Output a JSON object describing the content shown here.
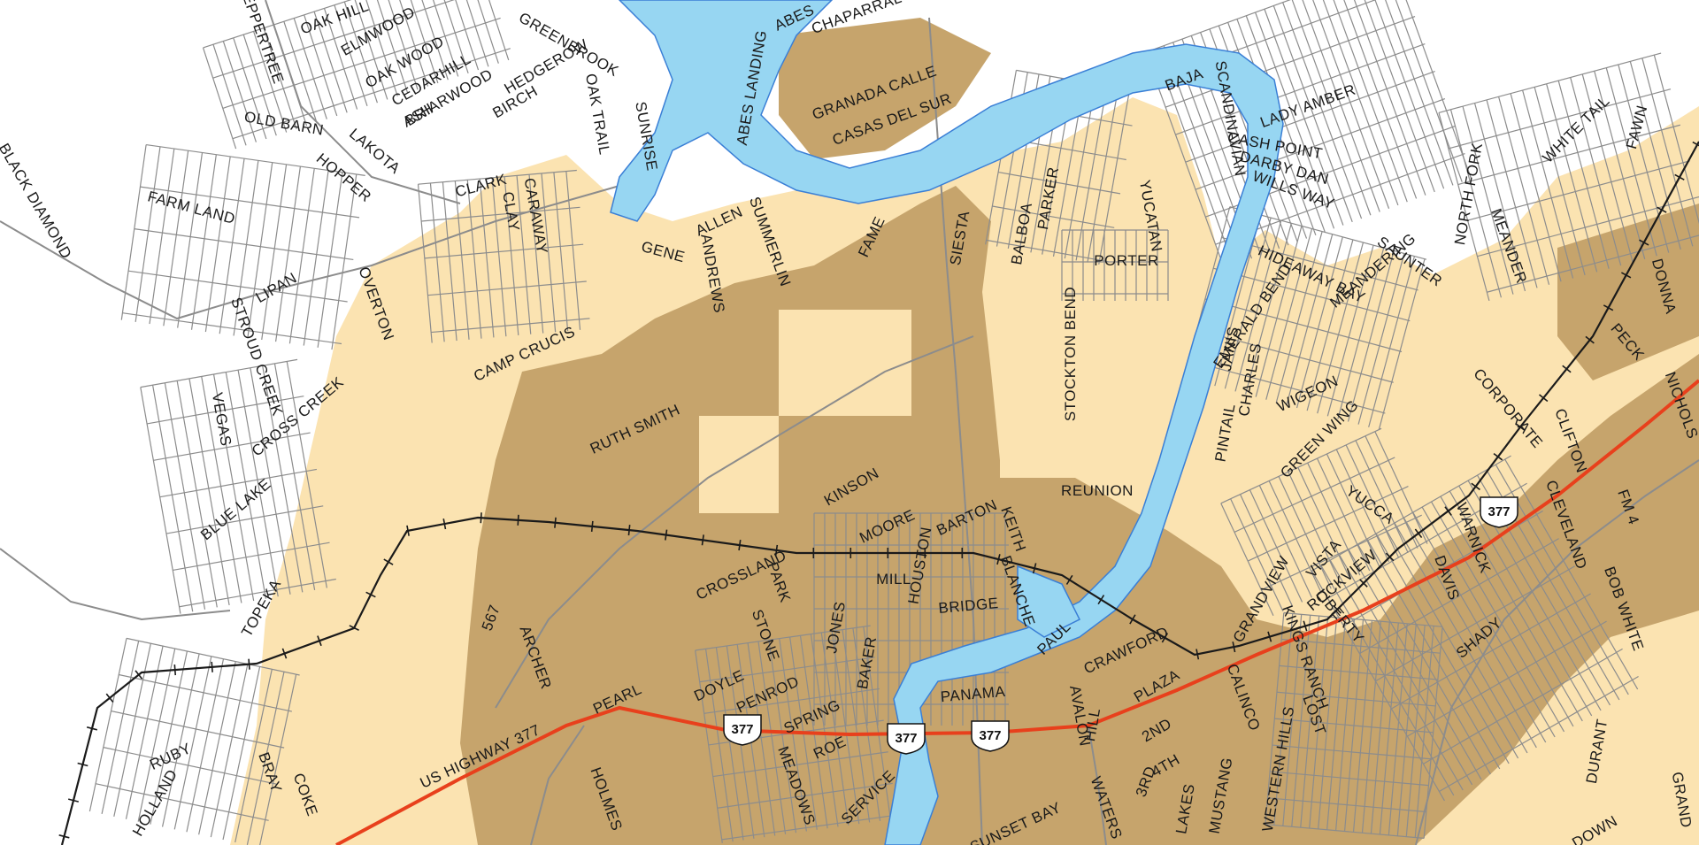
{
  "colors": {
    "water": "#97d6f2",
    "water_edge": "#3a7fd6",
    "light_zone": "#fbe3b1",
    "dark_zone": "#c6a46c",
    "street": "#8c8c8c",
    "rail": "#1a1a1a",
    "highway": "#e8401c",
    "background": "#ffffff",
    "top_bar": "#2e2a4a"
  },
  "highway_shield": {
    "route": "377"
  },
  "street_labels": [
    "OAK HILL",
    "ELMWOOD",
    "OAK WOOD",
    "CEDARHILL",
    "BRIARWOOD",
    "HEDGEROW",
    "GREENBROOK",
    "BIRCH",
    "ASH",
    "PEPPERTREE",
    "OLD BARN",
    "LAKOTA",
    "HOPPER",
    "FARM LAND",
    "LIPAN",
    "CLARK",
    "CLAY",
    "CARAWAY",
    "OAK TRAIL",
    "SUNRISE",
    "ALLEN",
    "GENE",
    "ANDREWS",
    "SUMMERLIN",
    "FAME",
    "SIESTA",
    "BALBOA",
    "PARKER",
    "PORTER",
    "YUCATAN",
    "SCANDINAVIAN",
    "BAJA",
    "ABES LANDING",
    "ABES",
    "CHAPARRAL",
    "GRANADA CALLE",
    "CASAS DEL SUR",
    "CASH POINT",
    "DARBY DAN",
    "WILLS WAY",
    "LADY AMBER",
    "NORTH FORK",
    "WHITE TAIL",
    "FAWN",
    "MEANDERING",
    "SAUNTER",
    "HIDEAWAY BAY",
    "EMERALD BEND",
    "MEANDER",
    "DONNA",
    "PECK",
    "NICHOLS",
    "CORPORATE",
    "CLIFTON",
    "FM 4",
    "CLEVELAND",
    "BOB WHITE",
    "WARNICK",
    "DAVIS",
    "SHADY",
    "DURANT",
    "GRAND",
    "DOWN",
    "LIBERTY",
    "KINGS RANCH",
    "LOST",
    "WESTERN HILLS",
    "MUSTANG",
    "CALINCO",
    "LAKES",
    "4TH",
    "3RD",
    "2ND",
    "PLAZA",
    "CRAWFORD",
    "HILL",
    "AVALON",
    "PANAMA",
    "SUNSET BAY",
    "WATERS",
    "SERVICE",
    "ROE",
    "SPRING",
    "MEADOWS",
    "PENROD",
    "DOYLE",
    "PEARL",
    "ARCHER",
    "567",
    "HOLMES",
    "US HIGHWAY 377",
    "COKE",
    "BRAY",
    "RUBY",
    "HOLLAND",
    "TOPEKA",
    "BLUE LAKE",
    "CROSS CREEK",
    "VEGAS",
    "STROUD CREEK",
    "OVERTON",
    "CAMP CRUCIS",
    "RUTH SMITH",
    "KINSON",
    "MOORE",
    "BARTON",
    "KEITH",
    "REUNION",
    "HOUSTON",
    "MILL",
    "BRIDGE",
    "BLANCHE",
    "PAUL",
    "JONES",
    "BAKER",
    "STONE",
    "PARK",
    "CROSSLAND",
    "STOCKTON BEND",
    "PINTAIL",
    "JANIS",
    "CHARLES",
    "WIGEON",
    "GREEN WING",
    "YUCCA",
    "VISTA",
    "ROCKVIEW",
    "GRANDVIEW",
    "BLACK DIAMOND"
  ]
}
